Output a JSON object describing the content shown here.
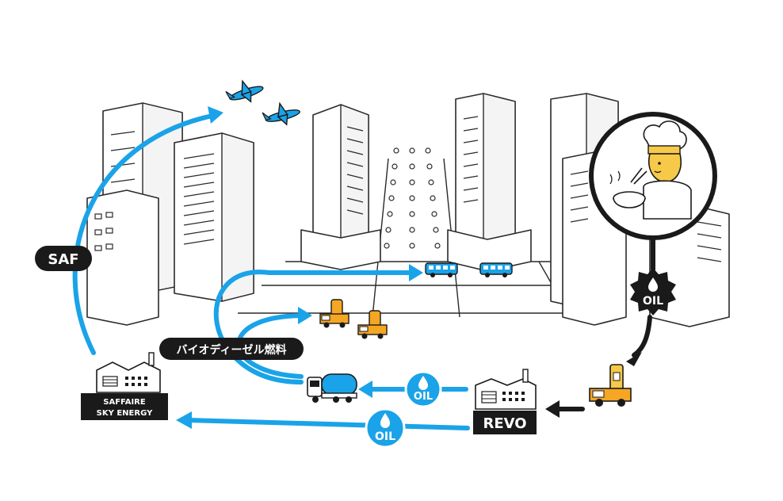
{
  "labels": {
    "saf": "SAF",
    "biodiesel": "バイオディーゼル燃料",
    "oil_badge_top": "OIL",
    "oil_badge_mid": "OIL",
    "oil_badge_bottom": "OIL",
    "saffaire_line1": "SAFFAIRE",
    "saffaire_line2": "SKY ENERGY",
    "revo": "REVO"
  },
  "colors": {
    "flow_blue": "#1aa3e8",
    "outline_black": "#1a1a1a",
    "truck_orange": "#f5a623",
    "chef_hat_yellow": "#f7c948"
  },
  "icons": [
    "airplane-icon",
    "bus-icon",
    "truck-icon",
    "tanker-truck-icon",
    "factory-icon",
    "oil-drop-icon",
    "chef-icon"
  ]
}
